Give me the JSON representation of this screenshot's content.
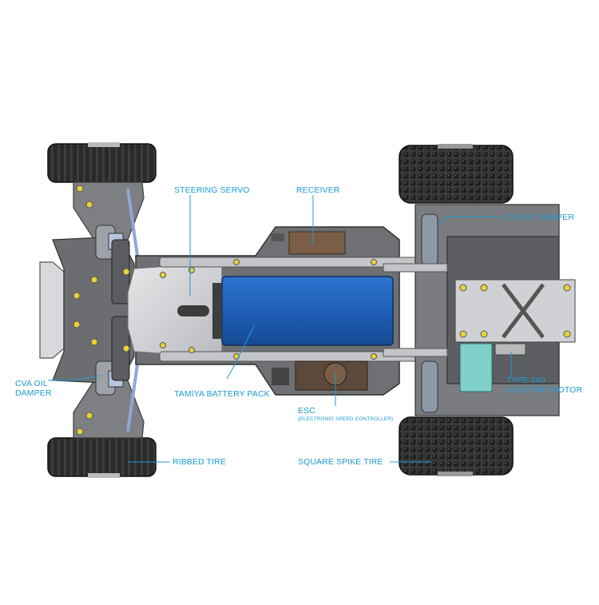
{
  "labels": {
    "steering_servo": "STEERING SERVO",
    "receiver": "RECEIVER",
    "cva_oil_damper_rear": "CVA OIL DAMPER",
    "cva_oil_damper_front_line1": "CVA OIL",
    "cva_oil_damper_front_line2": "DAMPER",
    "tamiya_battery_pack": "TAMIYA BATTERY PACK",
    "esc": "ESC",
    "esc_full": "(ELECTRONIC SPEED CONTROLLER)",
    "type_540_line1": "TYPE 540",
    "type_540_line2": "ELECTRIC MOTOR",
    "ribbed_tire": "RIBBED TIRE",
    "square_spike_tire": "SQUARE SPIKE TIRE"
  },
  "colors": {
    "label": "#1c9bd6",
    "leader_line": "#1c9bd6",
    "chassis_gray": "#6e7073",
    "chassis_dark": "#4a4b4d",
    "aluminum": "#c9cbcf",
    "battery_blue": "#1f5fb8",
    "tire_dark": "#2b2b2b",
    "electronics_brown": "#7a5e47",
    "accent_yellow": "#e8d23a",
    "motor_teal": "#7fd0c8",
    "link_blue": "#8fa6d6"
  }
}
